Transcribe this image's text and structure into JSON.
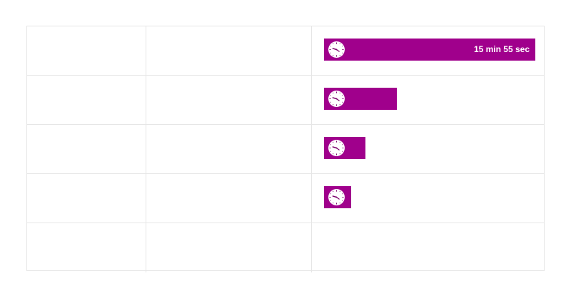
{
  "colors": {
    "bar": "#a0008c",
    "grid_line": "#e6e6e6",
    "clock_face": "#ffffff",
    "clock_hands": "#7a006b"
  },
  "rows": [
    {
      "col1": "",
      "col2": "",
      "bar": {
        "fraction": 1.0,
        "label": "15 min 55 sec",
        "icon": "clock-icon"
      }
    },
    {
      "col1": "",
      "col2": "",
      "bar": {
        "fraction": 0.345,
        "label": "",
        "icon": "clock-icon"
      }
    },
    {
      "col1": "",
      "col2": "",
      "bar": {
        "fraction": 0.195,
        "label": "",
        "icon": "clock-icon"
      }
    },
    {
      "col1": "",
      "col2": "",
      "bar": {
        "fraction": 0.128,
        "label": "",
        "icon": "clock-icon"
      }
    },
    {
      "col1": "",
      "col2": "",
      "bar": null
    }
  ]
}
